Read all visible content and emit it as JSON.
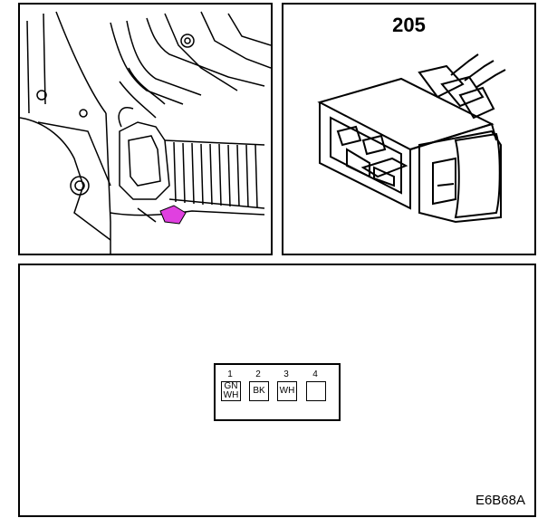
{
  "connector": {
    "number": "205"
  },
  "pinout": {
    "pins": [
      {
        "number": "1",
        "wire_colors": [
          "GN",
          "WH"
        ]
      },
      {
        "number": "2",
        "wire_colors": [
          "BK"
        ]
      },
      {
        "number": "3",
        "wire_colors": [
          "WH"
        ]
      },
      {
        "number": "4",
        "wire_colors": []
      }
    ]
  },
  "figure_id": "E6B68A",
  "colors": {
    "highlight": "#e040e0",
    "line": "#000000"
  }
}
